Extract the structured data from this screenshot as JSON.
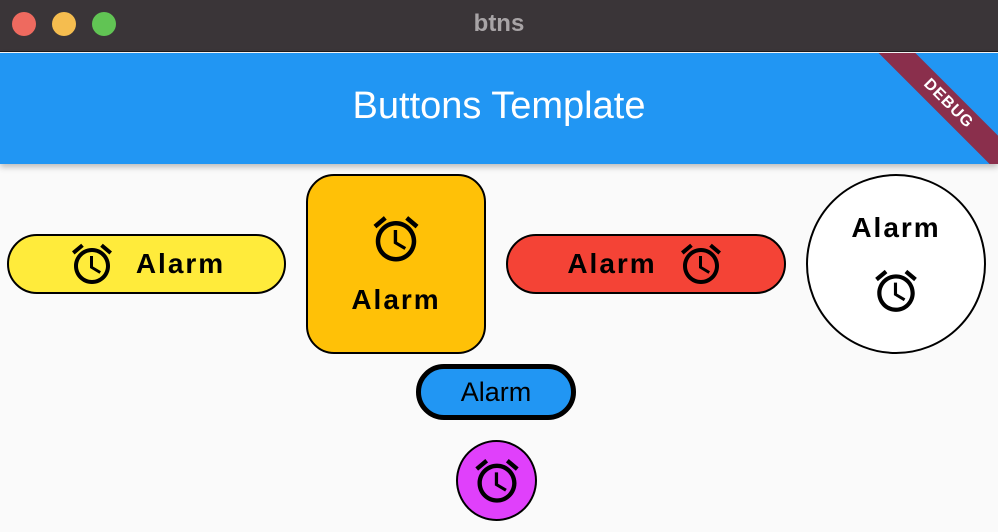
{
  "window": {
    "title": "btns"
  },
  "appbar": {
    "title": "Buttons Template",
    "debug_label": "DEBUG"
  },
  "buttons": {
    "yellow": {
      "label": "Alarm",
      "icon": "alarm-clock-icon",
      "color": "#ffeb3b"
    },
    "amber": {
      "label": "Alarm",
      "icon": "alarm-clock-icon",
      "color": "#ffc107"
    },
    "red": {
      "label": "Alarm",
      "icon": "alarm-clock-icon",
      "color": "#f44336"
    },
    "circle": {
      "label": "Alarm",
      "icon": "alarm-clock-icon",
      "color": "#ffffff"
    },
    "blue": {
      "label": "Alarm",
      "color": "#2196f3"
    },
    "purple": {
      "icon": "alarm-clock-icon",
      "color": "#e040fb"
    }
  },
  "colors": {
    "appbar": "#2196f3",
    "titlebar": "#3a3538",
    "debug_banner": "#8a2f4c"
  }
}
